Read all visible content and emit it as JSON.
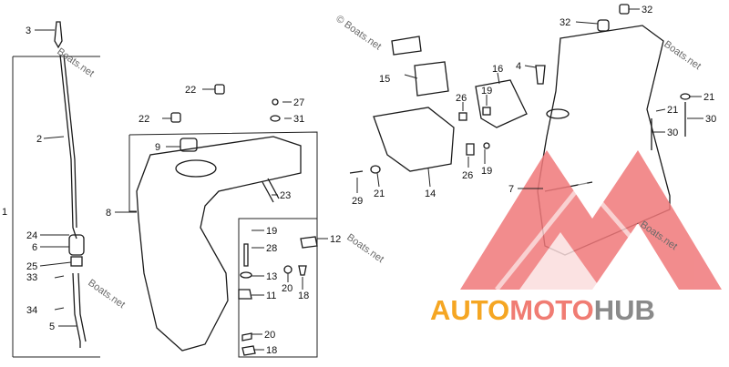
{
  "watermark": {
    "copyright": "© Boats.net",
    "repeats": [
      "Boats.net",
      "Boats.net",
      "Boats.net",
      "Boats.net",
      "Boats.net"
    ]
  },
  "callouts": {
    "c1": "1",
    "c2": "2",
    "c3": "3",
    "c4": "4",
    "c5": "5",
    "c6": "6",
    "c7": "7",
    "c8": "8",
    "c9": "9",
    "c11": "11",
    "c12": "12",
    "c13": "13",
    "c14": "14",
    "c15": "15",
    "c16": "16",
    "c18a": "18",
    "c18b": "18",
    "c19a": "19",
    "c19b": "19",
    "c20a": "20",
    "c20b": "20",
    "c21a": "21",
    "c21b": "21",
    "c21c": "21",
    "c22a": "22",
    "c22b": "22",
    "c23": "23",
    "c24": "24",
    "c25": "25",
    "c26a": "26",
    "c26b": "26",
    "c27": "27",
    "c28": "28",
    "c29": "29",
    "c30a": "30",
    "c30b": "30",
    "c31": "31",
    "c32a": "32",
    "c32b": "32",
    "c33": "33",
    "c34": "34"
  },
  "brand": {
    "part1": "AUTO",
    "part2": "MOTO",
    "part3": "HUB"
  },
  "colors": {
    "brand_orange": "#f5a623",
    "brand_red": "#f07c73",
    "brand_gray": "#8a8a8a",
    "logo_red": "#f0787a"
  }
}
